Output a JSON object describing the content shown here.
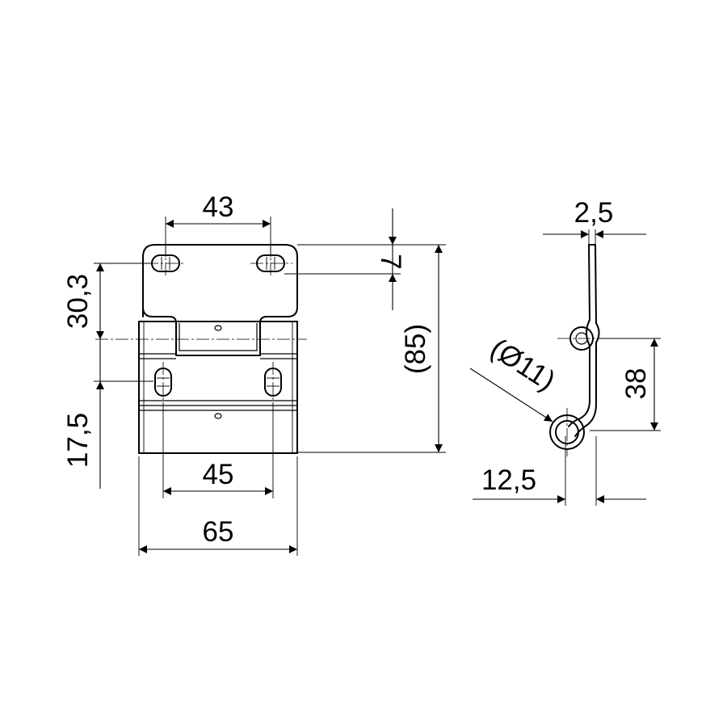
{
  "diagram": {
    "front_view": {
      "dimensions": {
        "slot_spacing_top": "43",
        "slot_offset": "7",
        "upper_height": "30,3",
        "lower_height": "17,5",
        "slot_spacing_bottom": "45",
        "overall_width": "65",
        "overall_height": "(85)"
      }
    },
    "side_view": {
      "dimensions": {
        "thickness": "2,5",
        "hole_diameter": "(Ø11)",
        "hole_spacing": "38",
        "hook_offset": "12,5"
      }
    }
  }
}
